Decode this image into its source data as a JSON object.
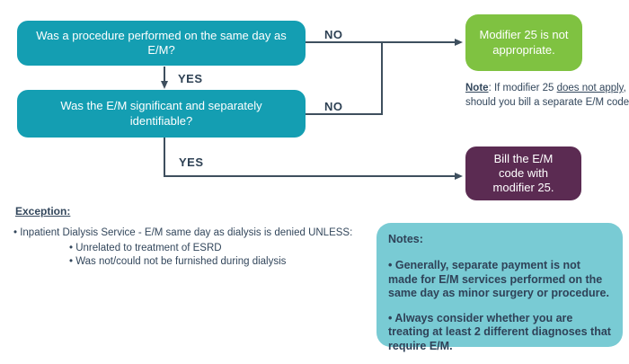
{
  "flowchart": {
    "question1": "Was a procedure performed on the same day as E/M?",
    "question2": "Was the E/M significant and separately identifiable?",
    "yes1_label": "YES",
    "yes2_label": "YES",
    "no1_label": "NO",
    "no2_label": "NO",
    "outcome_not_appropriate": "Modifier 25 is not appropriate.",
    "outcome_bill": "Bill the E/M code with modifier 25."
  },
  "note": {
    "label": "Note",
    "text_before": ": If modifier 25 ",
    "underlined": "does not apply",
    "after_underline": ",",
    "line2": "should you bill a separate E/M code?"
  },
  "exception": {
    "heading": "Exception:",
    "item": "• Inpatient Dialysis Service - E/M same day as dialysis is denied UNLESS:",
    "sub_items": [
      "• Unrelated to treatment of ESRD",
      "• Was not/could not be furnished during dialysis"
    ]
  },
  "notes_box": {
    "heading": "Notes:",
    "bullets": [
      "• Generally, separate payment is not made for E/M services performed on the same day as minor surgery or procedure.",
      "• Always consider whether you are treating at least 2 different diagnoses that require E/M."
    ]
  },
  "colors": {
    "teal": "#149EB2",
    "green": "#7FC241",
    "purple": "#5B2B52",
    "notes-bg": "#79CBD4",
    "line": "#3E4F5E",
    "label": "#2E4154",
    "dark-text": "#33475C",
    "notes-text": "#2F4258"
  }
}
